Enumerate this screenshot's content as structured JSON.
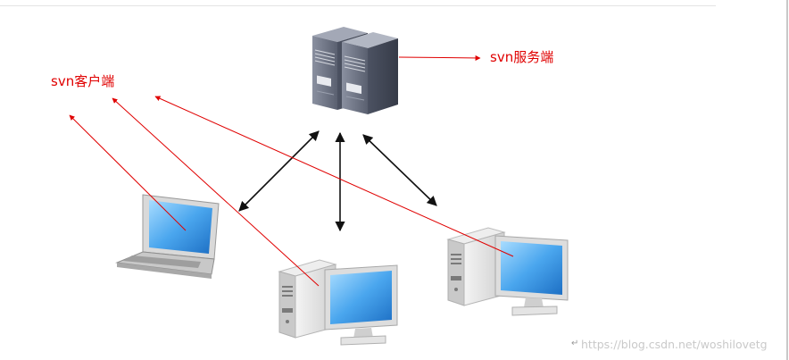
{
  "labels": {
    "server": "svn服务端",
    "client": "svn客户端"
  },
  "watermark": "https://blog.csdn.net/woshilovetg",
  "return_mark": "↵",
  "icons": {
    "server": "server-rack-icon",
    "laptop": "laptop-icon",
    "desktop_left": "desktop-computer-icon",
    "desktop_right": "desktop-computer-icon"
  },
  "colors": {
    "annotation": "#e00000",
    "connector": "#111111",
    "screen": "#3f9ae0",
    "server_body": "#6b7283"
  }
}
